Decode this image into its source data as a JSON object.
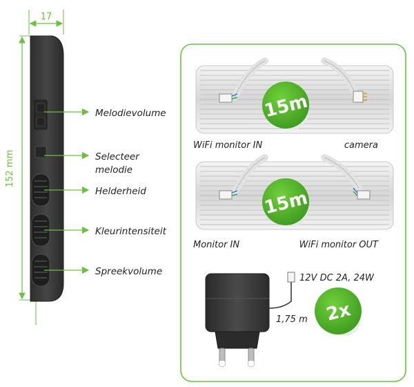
{
  "dimensions": {
    "width": "17",
    "height": "152 mm"
  },
  "device_labels": [
    {
      "lines": [
        "Melodievolume"
      ]
    },
    {
      "lines": [
        "Selecteer",
        "melodie"
      ]
    },
    {
      "lines": [
        "Helderheid"
      ]
    },
    {
      "lines": [
        "Kleurintensiteit"
      ]
    },
    {
      "lines": [
        "Spreekvolume"
      ]
    }
  ],
  "cables": [
    {
      "badge": "15m",
      "left_label": "WiFi monitor IN",
      "right_label": "camera"
    },
    {
      "badge": "15m",
      "left_label": "Monitor IN",
      "right_label": "WiFi monitor OUT"
    }
  ],
  "adapter": {
    "spec": "12V DC 2A, 24W",
    "cable_length": "1,75 m",
    "badge": "2x"
  },
  "colors": {
    "accent": "#6cbf3f",
    "badge": "#4caf28",
    "panel_border": "#6cbf3f",
    "device": "#3a3a3a"
  }
}
